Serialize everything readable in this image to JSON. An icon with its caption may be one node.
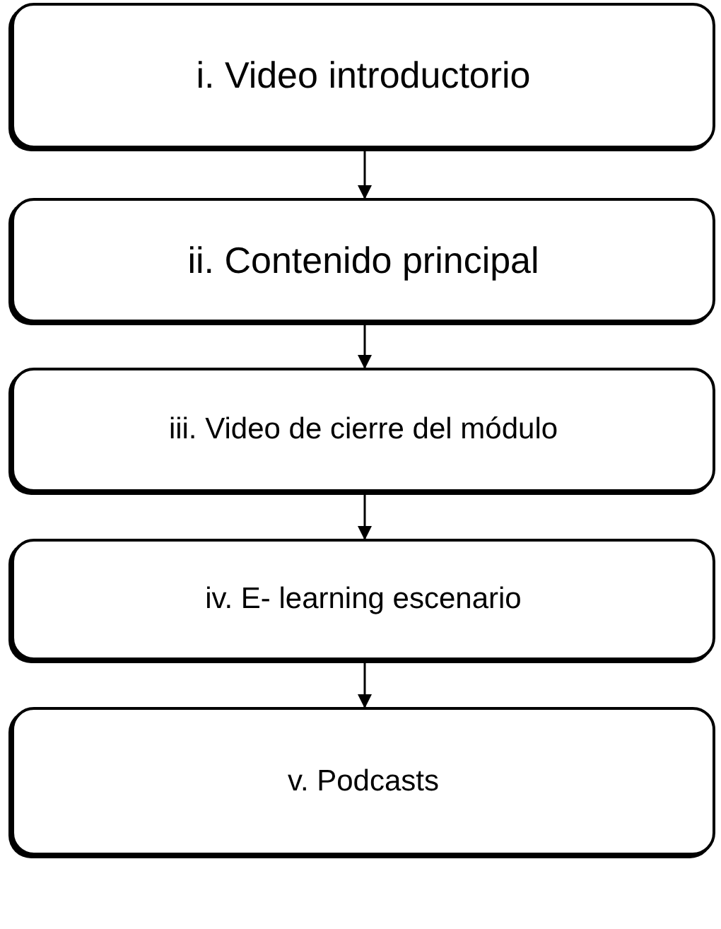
{
  "diagram": {
    "nodes": [
      {
        "text": [
          "i. Video introductorio"
        ]
      },
      {
        "text": [
          "ii.  Contenido principal"
        ]
      },
      {
        "text": [
          "iii. Video de cierre del módulo"
        ]
      },
      {
        "text": [
          "iv. E- learning escenario"
        ]
      },
      {
        "text": [
          "v. Podcasts"
        ]
      }
    ],
    "edges": [
      {
        "from": 0,
        "to": 1,
        "arrow": "to"
      },
      {
        "from": 1,
        "to": 2,
        "arrow": "to"
      },
      {
        "from": 2,
        "to": 3,
        "arrow": "to"
      },
      {
        "from": 3,
        "to": 4,
        "arrow": "to"
      }
    ]
  }
}
